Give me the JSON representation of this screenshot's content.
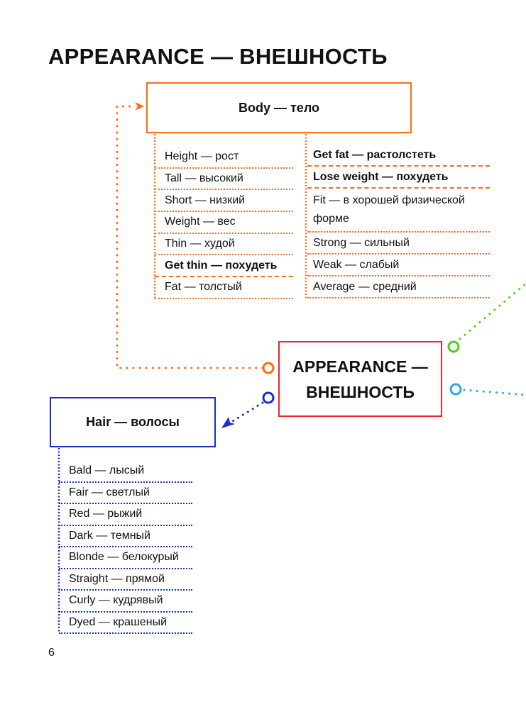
{
  "title": "APPEARANCE — ВНЕШНОСТЬ",
  "colors": {
    "body": "#ff6a13",
    "center": "#f2232d",
    "hair": "#1a2ec8",
    "green": "#4ccf1a",
    "lightblue": "#2aa8e8"
  },
  "center": {
    "line1": "APPEARANCE —",
    "line2": "ВНЕШНОСТЬ"
  },
  "body": {
    "title": "Body — тело",
    "left": [
      {
        "text": "Height — рост"
      },
      {
        "text": "Tall — высокий"
      },
      {
        "text": "Short — низкий"
      },
      {
        "text": "Weight — вес"
      },
      {
        "text": "Thin — худой"
      },
      {
        "text": "Get thin — похудеть",
        "bold": true
      },
      {
        "text": "Fat — толстый"
      }
    ],
    "right": [
      {
        "text": "Get fat — растолстеть",
        "bold": true
      },
      {
        "text": "Lose weight — похудеть",
        "bold": true
      },
      {
        "text": "Fit — в хорошей физической форме"
      },
      {
        "text": "Strong — сильный"
      },
      {
        "text": "Weak — слабый"
      },
      {
        "text": "Average — средний"
      }
    ]
  },
  "hair": {
    "title": "Hair — волосы",
    "items": [
      {
        "text": "Bald — лысый"
      },
      {
        "text": "Fair — светлый"
      },
      {
        "text": "Red — рыжий"
      },
      {
        "text": "Dark — темный"
      },
      {
        "text": "Blonde — белокурый"
      },
      {
        "text": "Straight — прямой"
      },
      {
        "text": "Curly — кудрявый"
      },
      {
        "text": "Dyed — крашеный"
      }
    ]
  },
  "page_number": "6"
}
